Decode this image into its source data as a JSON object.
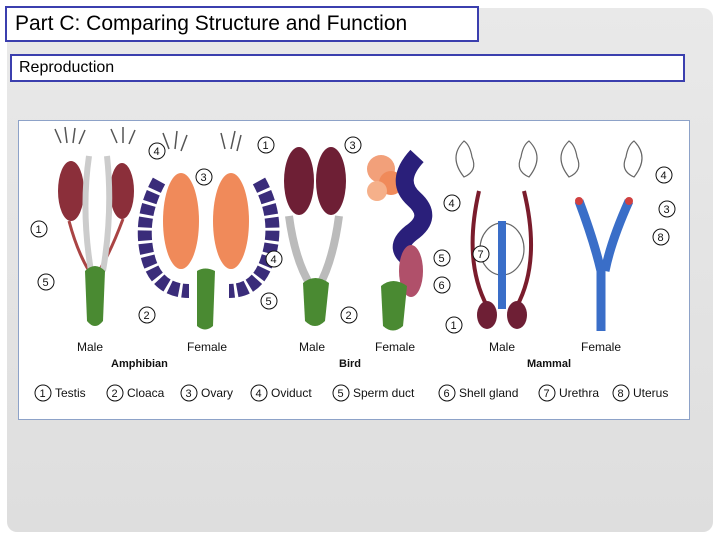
{
  "slide": {
    "title": "Part C:  Comparing Structure and Function",
    "subtitle": "Reproduction"
  },
  "figure": {
    "groups": [
      {
        "name": "Amphibian",
        "sexes": [
          "Male",
          "Female"
        ]
      },
      {
        "name": "Bird",
        "sexes": [
          "Male",
          "Female"
        ]
      },
      {
        "name": "Mammal",
        "sexes": [
          "Male",
          "Female"
        ]
      }
    ],
    "key": [
      {
        "num": "1",
        "label": "Testis"
      },
      {
        "num": "2",
        "label": "Cloaca"
      },
      {
        "num": "3",
        "label": "Ovary"
      },
      {
        "num": "4",
        "label": "Oviduct"
      },
      {
        "num": "5",
        "label": "Sperm duct"
      },
      {
        "num": "6",
        "label": "Shell gland"
      },
      {
        "num": "7",
        "label": "Urethra"
      },
      {
        "num": "8",
        "label": "Uterus"
      }
    ],
    "callouts": [
      "1",
      "5",
      "4",
      "3",
      "2",
      "4",
      "1",
      "3",
      "4",
      "5",
      "2",
      "5",
      "6",
      "4",
      "7",
      "1",
      "4",
      "3",
      "8"
    ]
  }
}
